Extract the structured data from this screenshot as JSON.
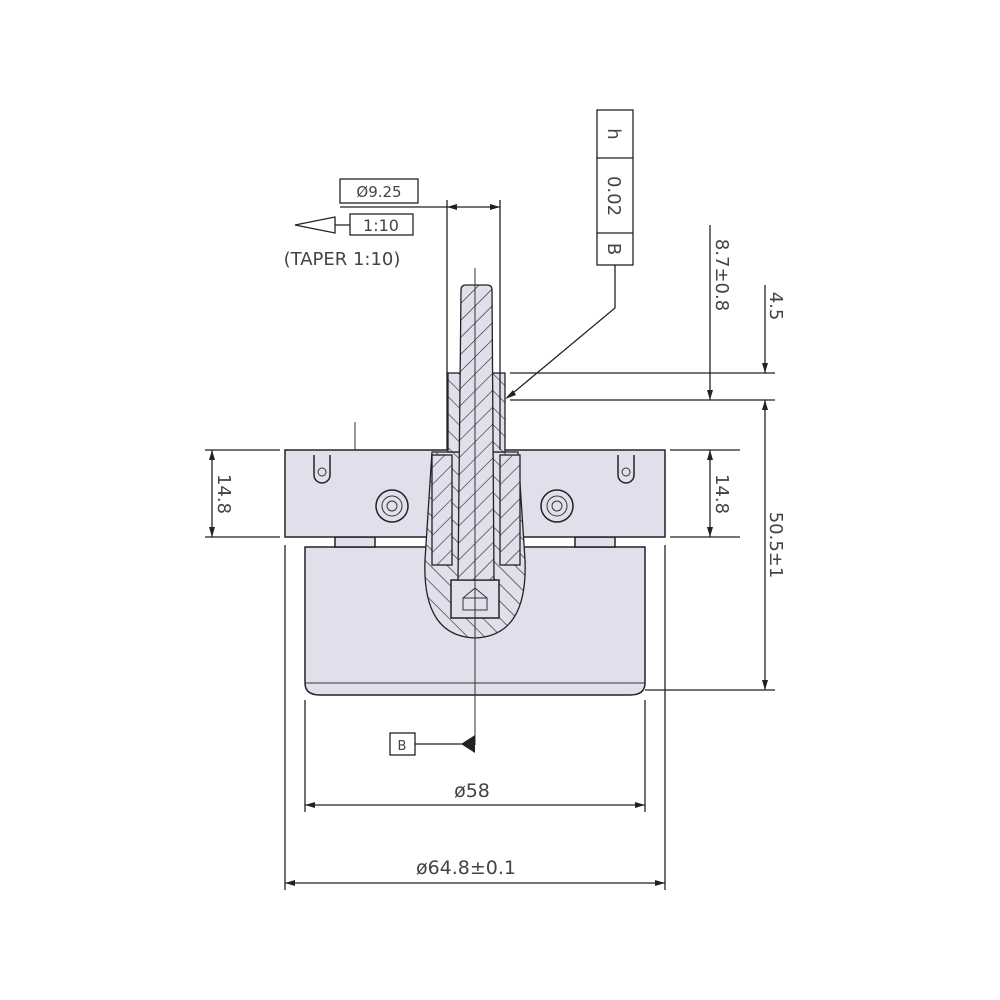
{
  "diagram": {
    "colors": {
      "part_fill": "#e0e0ec",
      "line": "#222222",
      "text": "#444444"
    },
    "callouts": {
      "taper_diameter": "Ø9.25",
      "taper_ratio": "1:10",
      "taper_note": "(TAPER 1:10)"
    },
    "tolerance_frame": {
      "symbol": "h",
      "value": "0.02",
      "datum": "B"
    },
    "dimensions": {
      "dim_top_offset": "8.7±0.8",
      "dim_collar": "4.5",
      "dim_height": "50.5±1",
      "dim_plate_left": "14.8",
      "dim_plate_right": "14.8",
      "dim_body_dia": "ø58",
      "dim_outer_dia": "ø64.8±0.1"
    },
    "datum_label": "B"
  }
}
